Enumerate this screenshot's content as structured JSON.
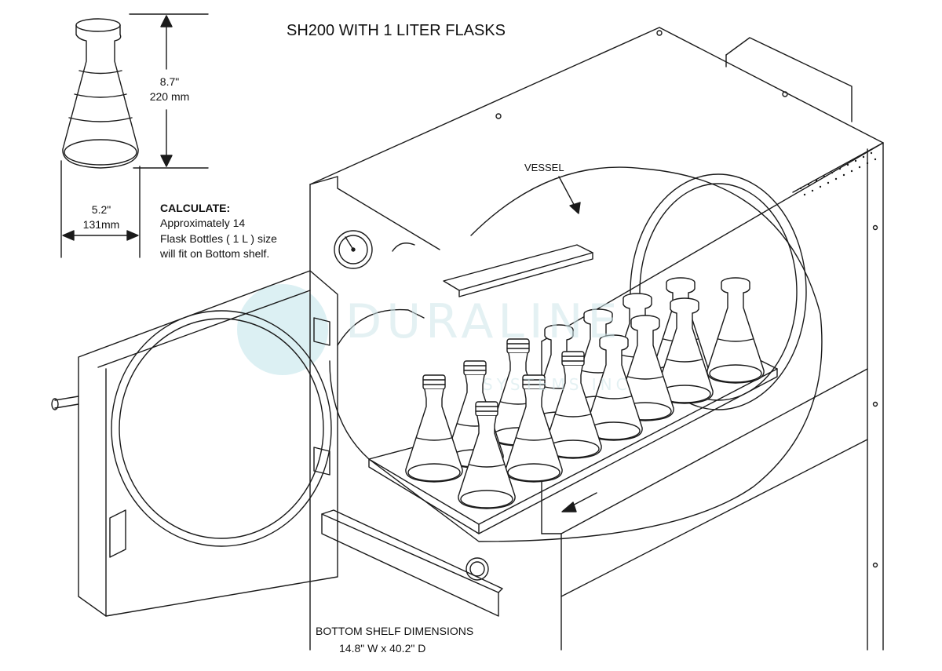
{
  "title": "SH200 WITH 1 LITER  FLASKS",
  "flask_height": {
    "inches": "8.7\"",
    "mm": "220 mm"
  },
  "flask_width": {
    "inches": "5.2\"",
    "mm": "131mm"
  },
  "calculate": {
    "heading": "CALCULATE:",
    "lines": [
      "Approximately  14",
      "Flask Bottles ( 1 L ) size",
      "will fit on Bottom shelf."
    ]
  },
  "vessel_label": "VESSEL",
  "bottom_shelf": {
    "heading": "BOTTOM SHELF DIMENSIONS",
    "value": "14.8\" W x 40.2\" D"
  },
  "watermark": {
    "main": "DURALINE",
    "sub": "SYSTEMS INC"
  },
  "colors": {
    "line": "#1a1a1a",
    "watermark": "#8fd0dc",
    "background": "#ffffff"
  }
}
